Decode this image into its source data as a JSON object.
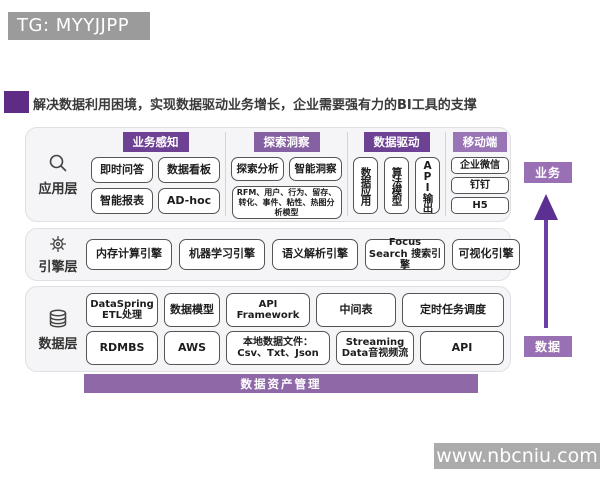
{
  "top_watermark": "TG: MYYJJPP",
  "title": "解决数据利用困境，实现数据驱动业务增长，企业需要强有力的BI工具的支撑",
  "layers": {
    "app": {
      "label": "应用层",
      "icon": "search-icon",
      "groups": [
        {
          "header": "业务感知",
          "items": [
            "即时问答",
            "数据看板",
            "智能报表",
            "AD-hoc"
          ]
        },
        {
          "header": "探索洞察",
          "items": [
            "探索分析",
            "智能洞察"
          ],
          "note": "RFM、用户、行为、留存、转化、事件、粘性、热图分析模型"
        },
        {
          "header": "数据驱动",
          "items": [
            "数据应用",
            "算法模型",
            "API输出"
          ]
        },
        {
          "header": "移动端",
          "items": [
            "企业微信",
            "钉钉",
            "H5"
          ]
        }
      ]
    },
    "engine": {
      "label": "引擎层",
      "icon": "gear-icon",
      "items": [
        "内存计算引擎",
        "机器学习引擎",
        "语义解析引擎",
        "Focus Search 搜索引擎",
        "可视化引擎"
      ]
    },
    "data": {
      "label": "数据层",
      "icon": "database-icon",
      "rows": [
        [
          "DataSpring ETL处理",
          "数据模型",
          "API Framework",
          "中间表",
          "定时任务调度"
        ],
        [
          "RDMBS",
          "AWS",
          "本地数据文件：Csv、Txt、Json",
          "Streaming Data音视频流",
          "API"
        ]
      ]
    }
  },
  "banner": "数据资产管理",
  "side": {
    "top_label": "业务",
    "bottom_label": "数据"
  },
  "bottom_watermark": "www.nbcniu.com",
  "colors": {
    "header_dark": "#6d4193",
    "header_mid": "#8560a2",
    "header_light": "#9a75b6",
    "banner_purple": "#8f68a8",
    "side_label_purple": "#9a70b4",
    "arrow_purple": "#6b3fa3",
    "bullet_purple": "#5e2c84",
    "watermark_gray": "#9b9b9b"
  }
}
